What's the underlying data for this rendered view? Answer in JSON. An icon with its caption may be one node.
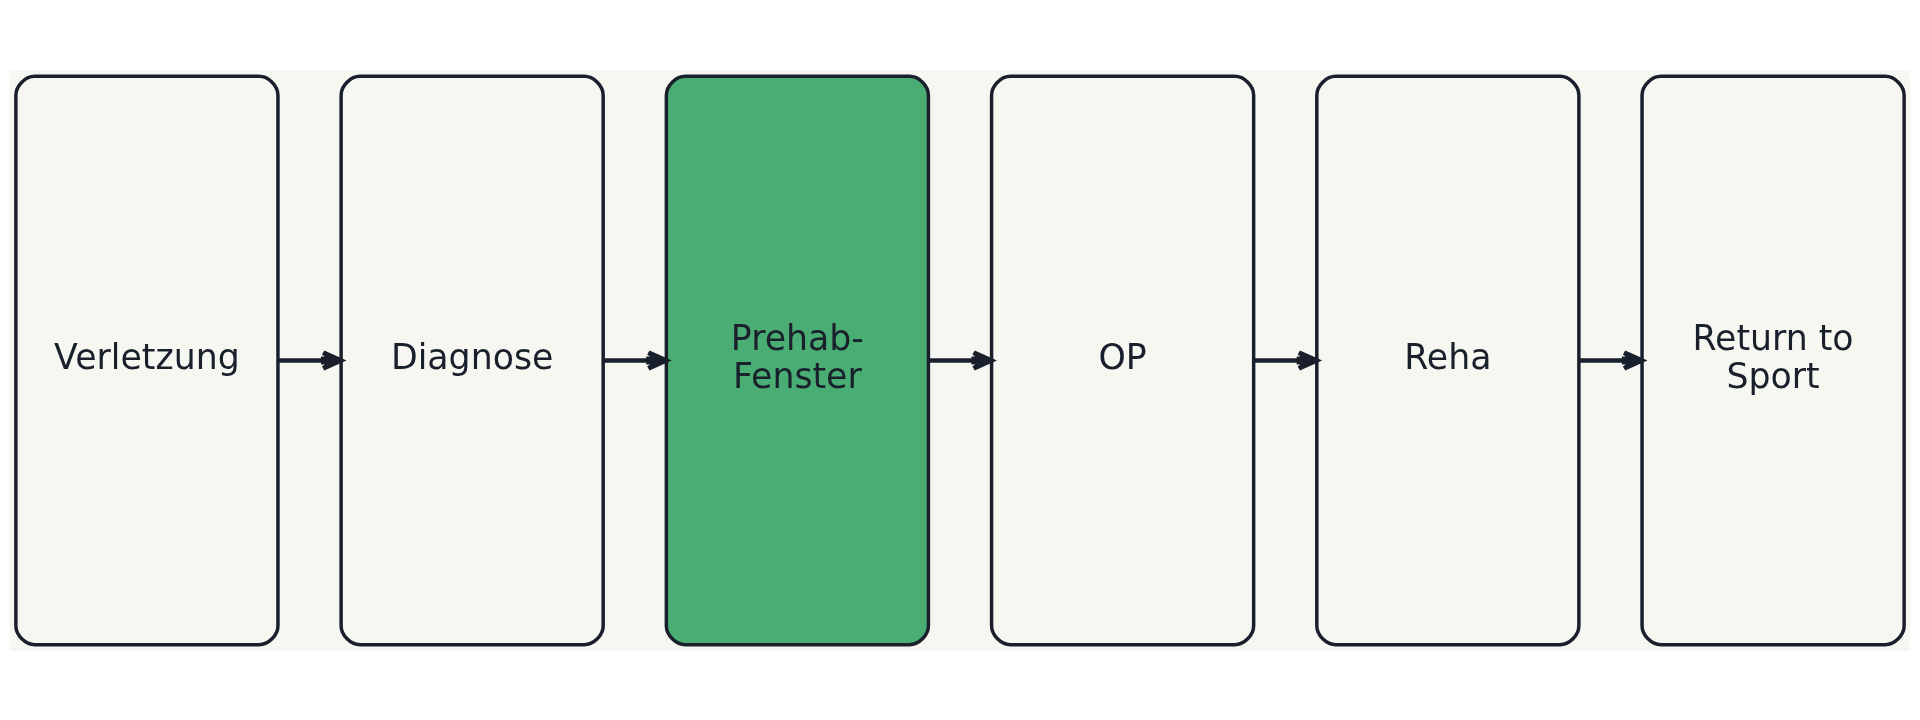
{
  "diagram": {
    "nodes": [
      {
        "text": [
          "Verletzung"
        ]
      },
      {
        "text": [
          "Diagnose"
        ]
      },
      {
        "text": [
          "Prehab-Fenster"
        ]
      },
      {
        "text": [
          "OP"
        ]
      },
      {
        "text": [
          "Reha"
        ]
      },
      {
        "text": [
          "Return to Sport"
        ]
      }
    ],
    "edges": [
      {
        "from": 0,
        "to": 1,
        "arrow": "to"
      },
      {
        "from": 1,
        "to": 2,
        "arrow": "to"
      },
      {
        "from": 2,
        "to": 3,
        "arrow": "to"
      },
      {
        "from": 3,
        "to": 4,
        "arrow": "to"
      },
      {
        "from": 4,
        "to": 5,
        "arrow": "to"
      }
    ]
  }
}
